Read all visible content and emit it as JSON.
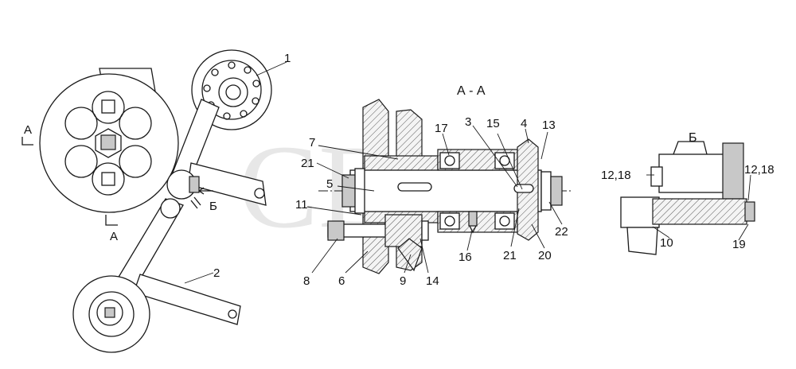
{
  "section_labels": {
    "aa_title": "А - А",
    "b_title": "Б",
    "cut_a_top": "А",
    "cut_a_bottom": "А",
    "arrow_b": "Б"
  },
  "callouts": [
    "1",
    "2",
    "3",
    "4",
    "5",
    "6",
    "7",
    "8",
    "9",
    "10",
    "11",
    "12,18",
    "12,18",
    "13",
    "14",
    "15",
    "16",
    "17",
    "19",
    "20",
    "21",
    "21",
    "22"
  ],
  "watermark": "CD"
}
